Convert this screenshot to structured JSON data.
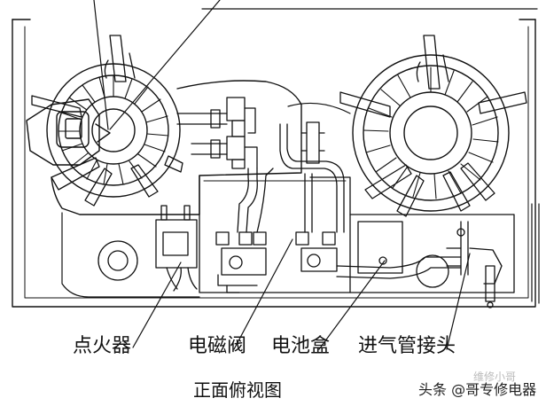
{
  "labels": {
    "igniter": "点火器",
    "solenoid_valve": "电磁阀",
    "battery_box": "电池盒",
    "gas_inlet_joint": "进气管接头"
  },
  "caption": "正面俯视图",
  "watermark": {
    "faint_text": "维修小哥",
    "main_text": "头条 @哥专修电器"
  },
  "colors": {
    "line": "#111111",
    "background": "#ffffff"
  }
}
